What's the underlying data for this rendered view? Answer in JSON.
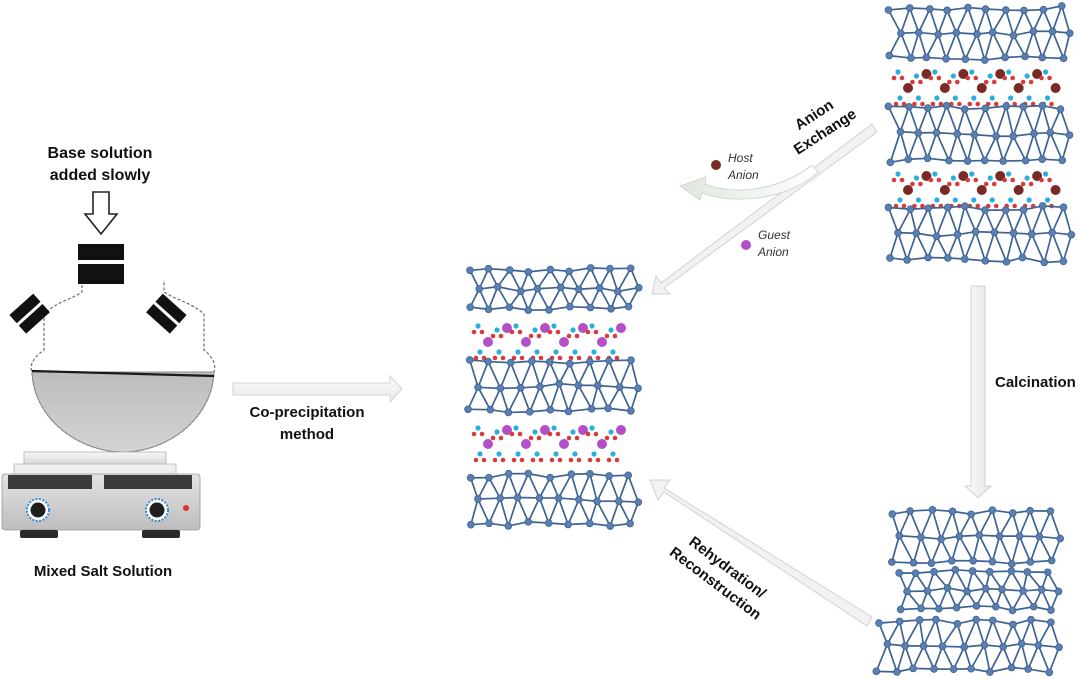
{
  "labels": {
    "base_solution": "Base solution",
    "added_slowly": "added slowly",
    "mixed_salt_solution": "Mixed Salt Solution",
    "co_precipitation": "Co-precipitation",
    "method": "method",
    "anion": "Anion",
    "exchange": "Exchange",
    "host": "Host",
    "host_anion_word": "Anion",
    "guest": "Guest",
    "guest_anion_word": "Anion",
    "calcination": "Calcination",
    "rehydration": "Rehydration/",
    "reconstruction": "Reconstruction"
  },
  "colors": {
    "lattice": "#3d6394",
    "lattice_node": "#5a7fb0",
    "guest_anion": "#b34fc7",
    "host_anion": "#7a2a24",
    "water_o": "#d83b3b",
    "water_h": "#2aaee0",
    "arrow_fill": "#f1f2f1",
    "arrow_stroke": "#d0d3d0",
    "stirrer_knob_ring": "#2d8ad8"
  },
  "icons": [
    "down-arrow-icon",
    "round-bottom-flask-icon",
    "hot-plate-stirrer-icon"
  ]
}
